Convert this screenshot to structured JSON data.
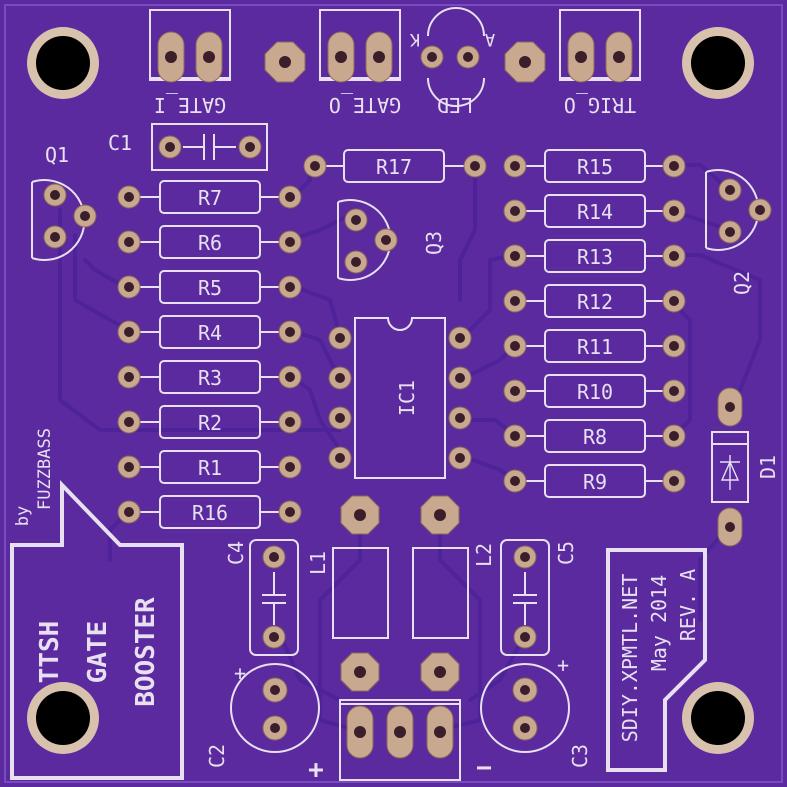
{
  "board": {
    "colors": {
      "solder_mask": "#5a2a9e",
      "silkscreen": "#e8e0f0",
      "pad": "#c9a890",
      "trace": "#4e239a"
    }
  },
  "labels": {
    "gate_i": "GATE_I",
    "gate_o": "GATE_O",
    "led": "LED",
    "led_k": "K",
    "led_a": "A",
    "trig_o": "TRIG_O",
    "c1": "C1",
    "q1": "Q1",
    "q2": "Q2",
    "q3": "Q3",
    "r17": "R17",
    "r15": "R15",
    "r14": "R14",
    "r13": "R13",
    "r12": "R12",
    "r11": "R11",
    "r10": "R10",
    "r8": "R8",
    "r9": "R9",
    "r7": "R7",
    "r6": "R6",
    "r5": "R5",
    "r4": "R4",
    "r3": "R3",
    "r2": "R2",
    "r1": "R1",
    "r16": "R16",
    "ic1": "IC1",
    "d1": "D1",
    "c4": "C4",
    "c5": "C5",
    "l1": "L1",
    "l2": "L2",
    "c2": "C2",
    "c3": "C3",
    "plus_c2": "+",
    "plus_c3": "+",
    "power_plus": "+",
    "power_minus": "−",
    "by": "by",
    "fuzzbass": "FUZZBASS",
    "title_line1": "TTSH",
    "title_line2": "GATE",
    "title_line3": "BOOSTER",
    "credit_line1": "SDIY.XPMTL.NET",
    "credit_line2": "May 2014",
    "credit_line3": "REV. A"
  }
}
